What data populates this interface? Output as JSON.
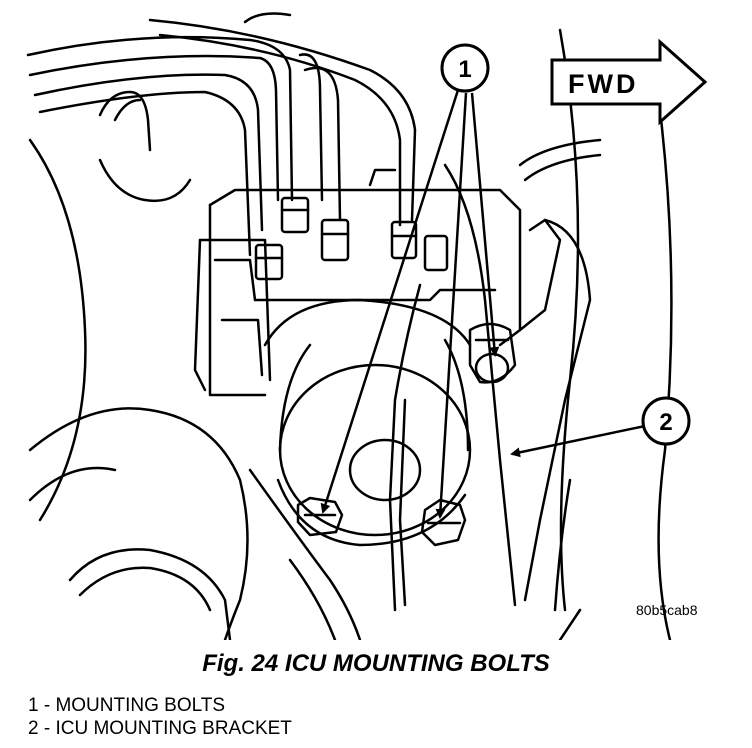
{
  "diagram": {
    "direction_label": "FWD",
    "callouts": [
      "1",
      "2"
    ],
    "reference_code": "80b5cab8"
  },
  "caption": "Fig. 24 ICU MOUNTING BOLTS",
  "legend": [
    "1 - MOUNTING BOLTS",
    "2 - ICU MOUNTING BRACKET"
  ]
}
